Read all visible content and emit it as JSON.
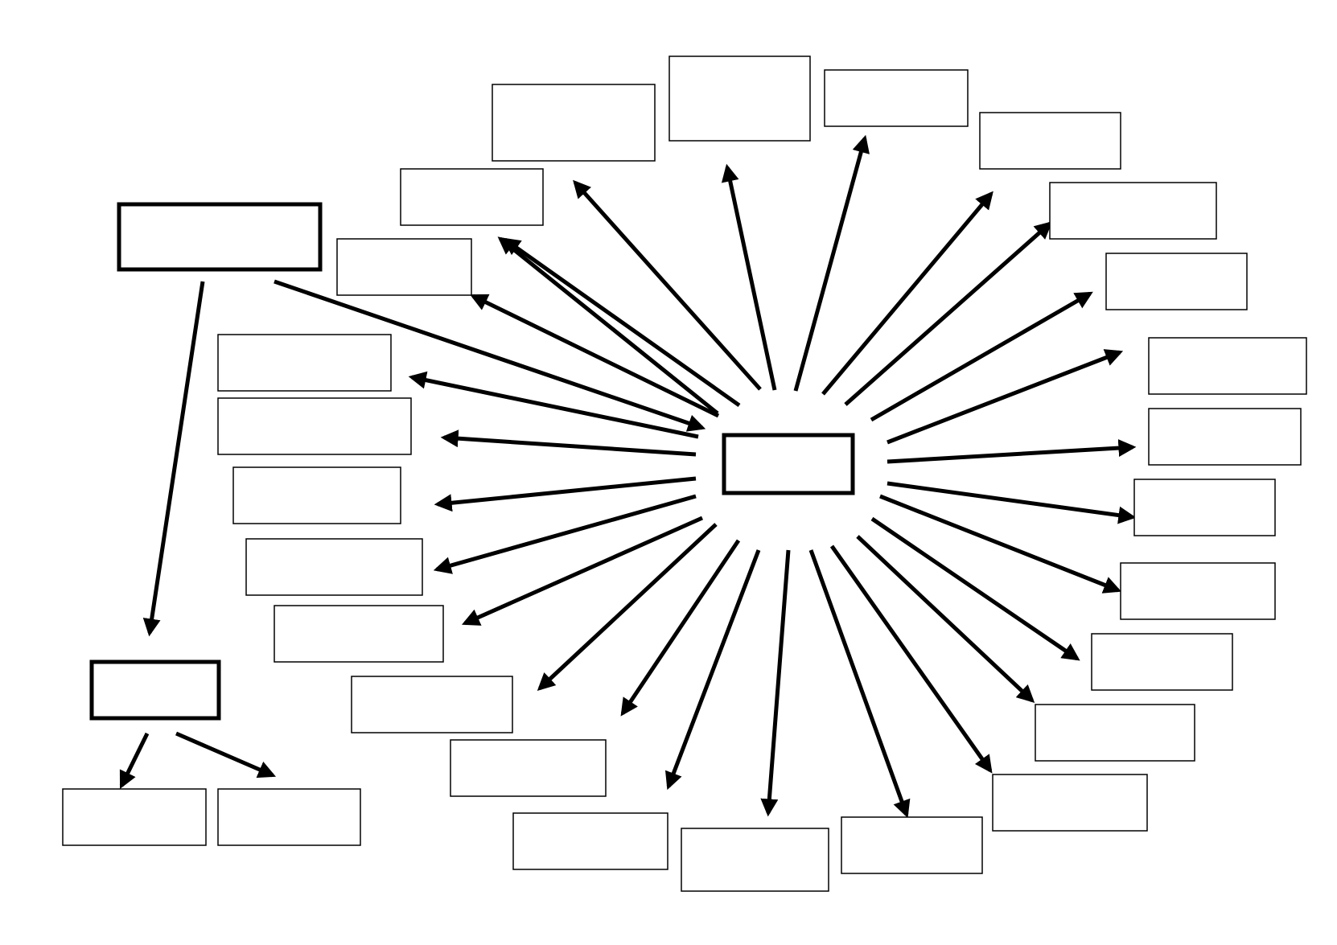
{
  "colors": {
    "background": "#ffffff",
    "stroke": "#000000"
  },
  "center_node": {
    "label": ""
  },
  "satellite_nodes": [
    {
      "id": "n1",
      "label": ""
    },
    {
      "id": "n2",
      "label": ""
    },
    {
      "id": "n3",
      "label": ""
    },
    {
      "id": "n4",
      "label": ""
    },
    {
      "id": "n5",
      "label": ""
    },
    {
      "id": "n6",
      "label": ""
    },
    {
      "id": "n7",
      "label": ""
    },
    {
      "id": "n8",
      "label": ""
    },
    {
      "id": "n9",
      "label": ""
    },
    {
      "id": "n10",
      "label": ""
    },
    {
      "id": "n11",
      "label": ""
    },
    {
      "id": "n12",
      "label": ""
    },
    {
      "id": "n13",
      "label": ""
    },
    {
      "id": "n14",
      "label": ""
    },
    {
      "id": "n15",
      "label": ""
    },
    {
      "id": "n16",
      "label": ""
    },
    {
      "id": "n17",
      "label": ""
    },
    {
      "id": "n18",
      "label": ""
    },
    {
      "id": "n19",
      "label": ""
    },
    {
      "id": "n20",
      "label": ""
    },
    {
      "id": "n21",
      "label": ""
    },
    {
      "id": "n22",
      "label": ""
    },
    {
      "id": "n23",
      "label": ""
    },
    {
      "id": "n24",
      "label": ""
    },
    {
      "id": "n25",
      "label": ""
    },
    {
      "id": "n26",
      "label": ""
    },
    {
      "id": "n27",
      "label": ""
    },
    {
      "id": "n28",
      "label": ""
    }
  ],
  "left_branch": {
    "top_node": {
      "label": ""
    },
    "middle_node": {
      "label": ""
    },
    "leaf_nodes": [
      {
        "id": "l1",
        "label": ""
      },
      {
        "id": "l2",
        "label": ""
      }
    ]
  }
}
